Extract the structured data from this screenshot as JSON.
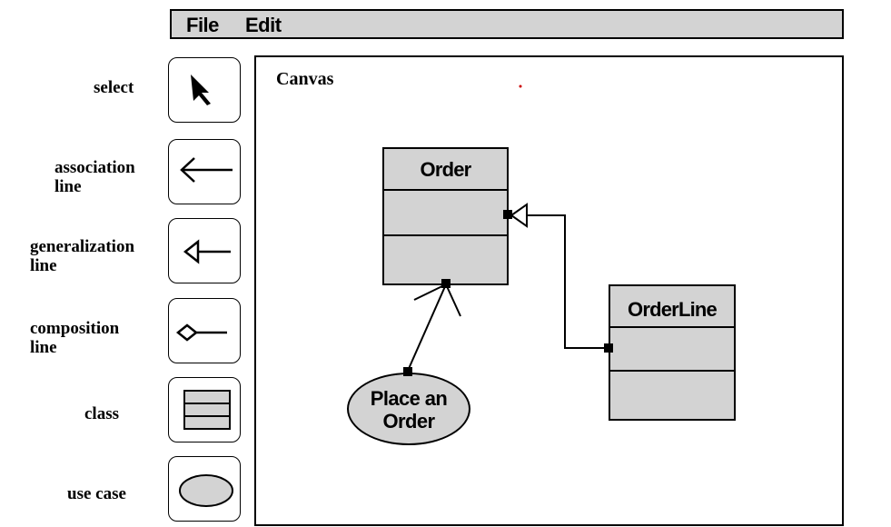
{
  "menu": {
    "file": "File",
    "edit": "Edit"
  },
  "tools": [
    {
      "label": "select",
      "icon": "arrow-cursor-icon"
    },
    {
      "label": "association\nline",
      "icon": "association-arrow-icon"
    },
    {
      "label": "generalization\nline",
      "icon": "generalization-arrow-icon"
    },
    {
      "label": "composition\nline",
      "icon": "composition-diamond-icon"
    },
    {
      "label": "class",
      "icon": "class-box-icon"
    },
    {
      "label": "use case",
      "icon": "ellipse-icon"
    }
  ],
  "canvas": {
    "label": "Canvas",
    "classes": [
      {
        "name": "Order"
      },
      {
        "name": "OrderLine"
      }
    ],
    "usecase": {
      "line1": "Place an",
      "line2": "Order"
    }
  },
  "colors": {
    "fill": "#d3d3d3",
    "stroke": "#000000",
    "background": "#ffffff"
  }
}
